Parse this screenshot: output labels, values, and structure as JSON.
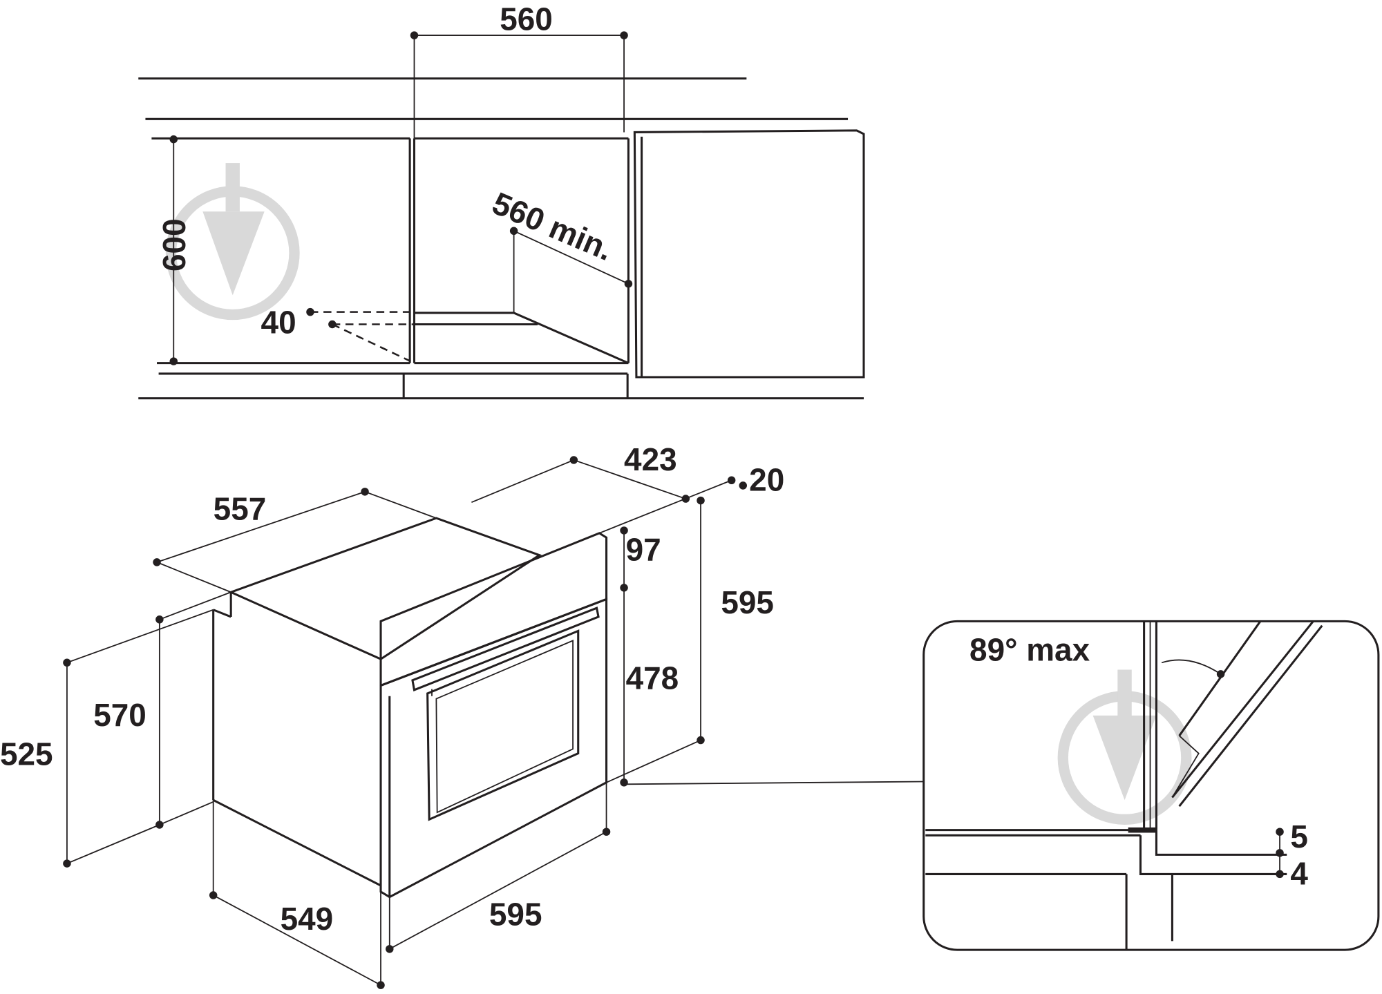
{
  "colors": {
    "line": "#231f20",
    "watermark": "#d9d9d9",
    "background": "#ffffff"
  },
  "niche_view": {
    "width_label": "560",
    "height_label": "600",
    "depth_label": "560 min.",
    "vent_label": "40"
  },
  "oven_view": {
    "top_depth_label": "557",
    "rear_depth_label": "423",
    "door_thickness_label": "20",
    "panel_height_label": "97",
    "front_height_label": "595",
    "door_height_label": "478",
    "side_height_label": "570",
    "rear_height_label": "525",
    "side_depth_label": "549",
    "front_width_label": "595"
  },
  "detail_view": {
    "angle_label": "89° max",
    "gap_top_label": "5",
    "gap_bottom_label": "4"
  },
  "watermark": {
    "icon": "brand-drop-logo"
  }
}
